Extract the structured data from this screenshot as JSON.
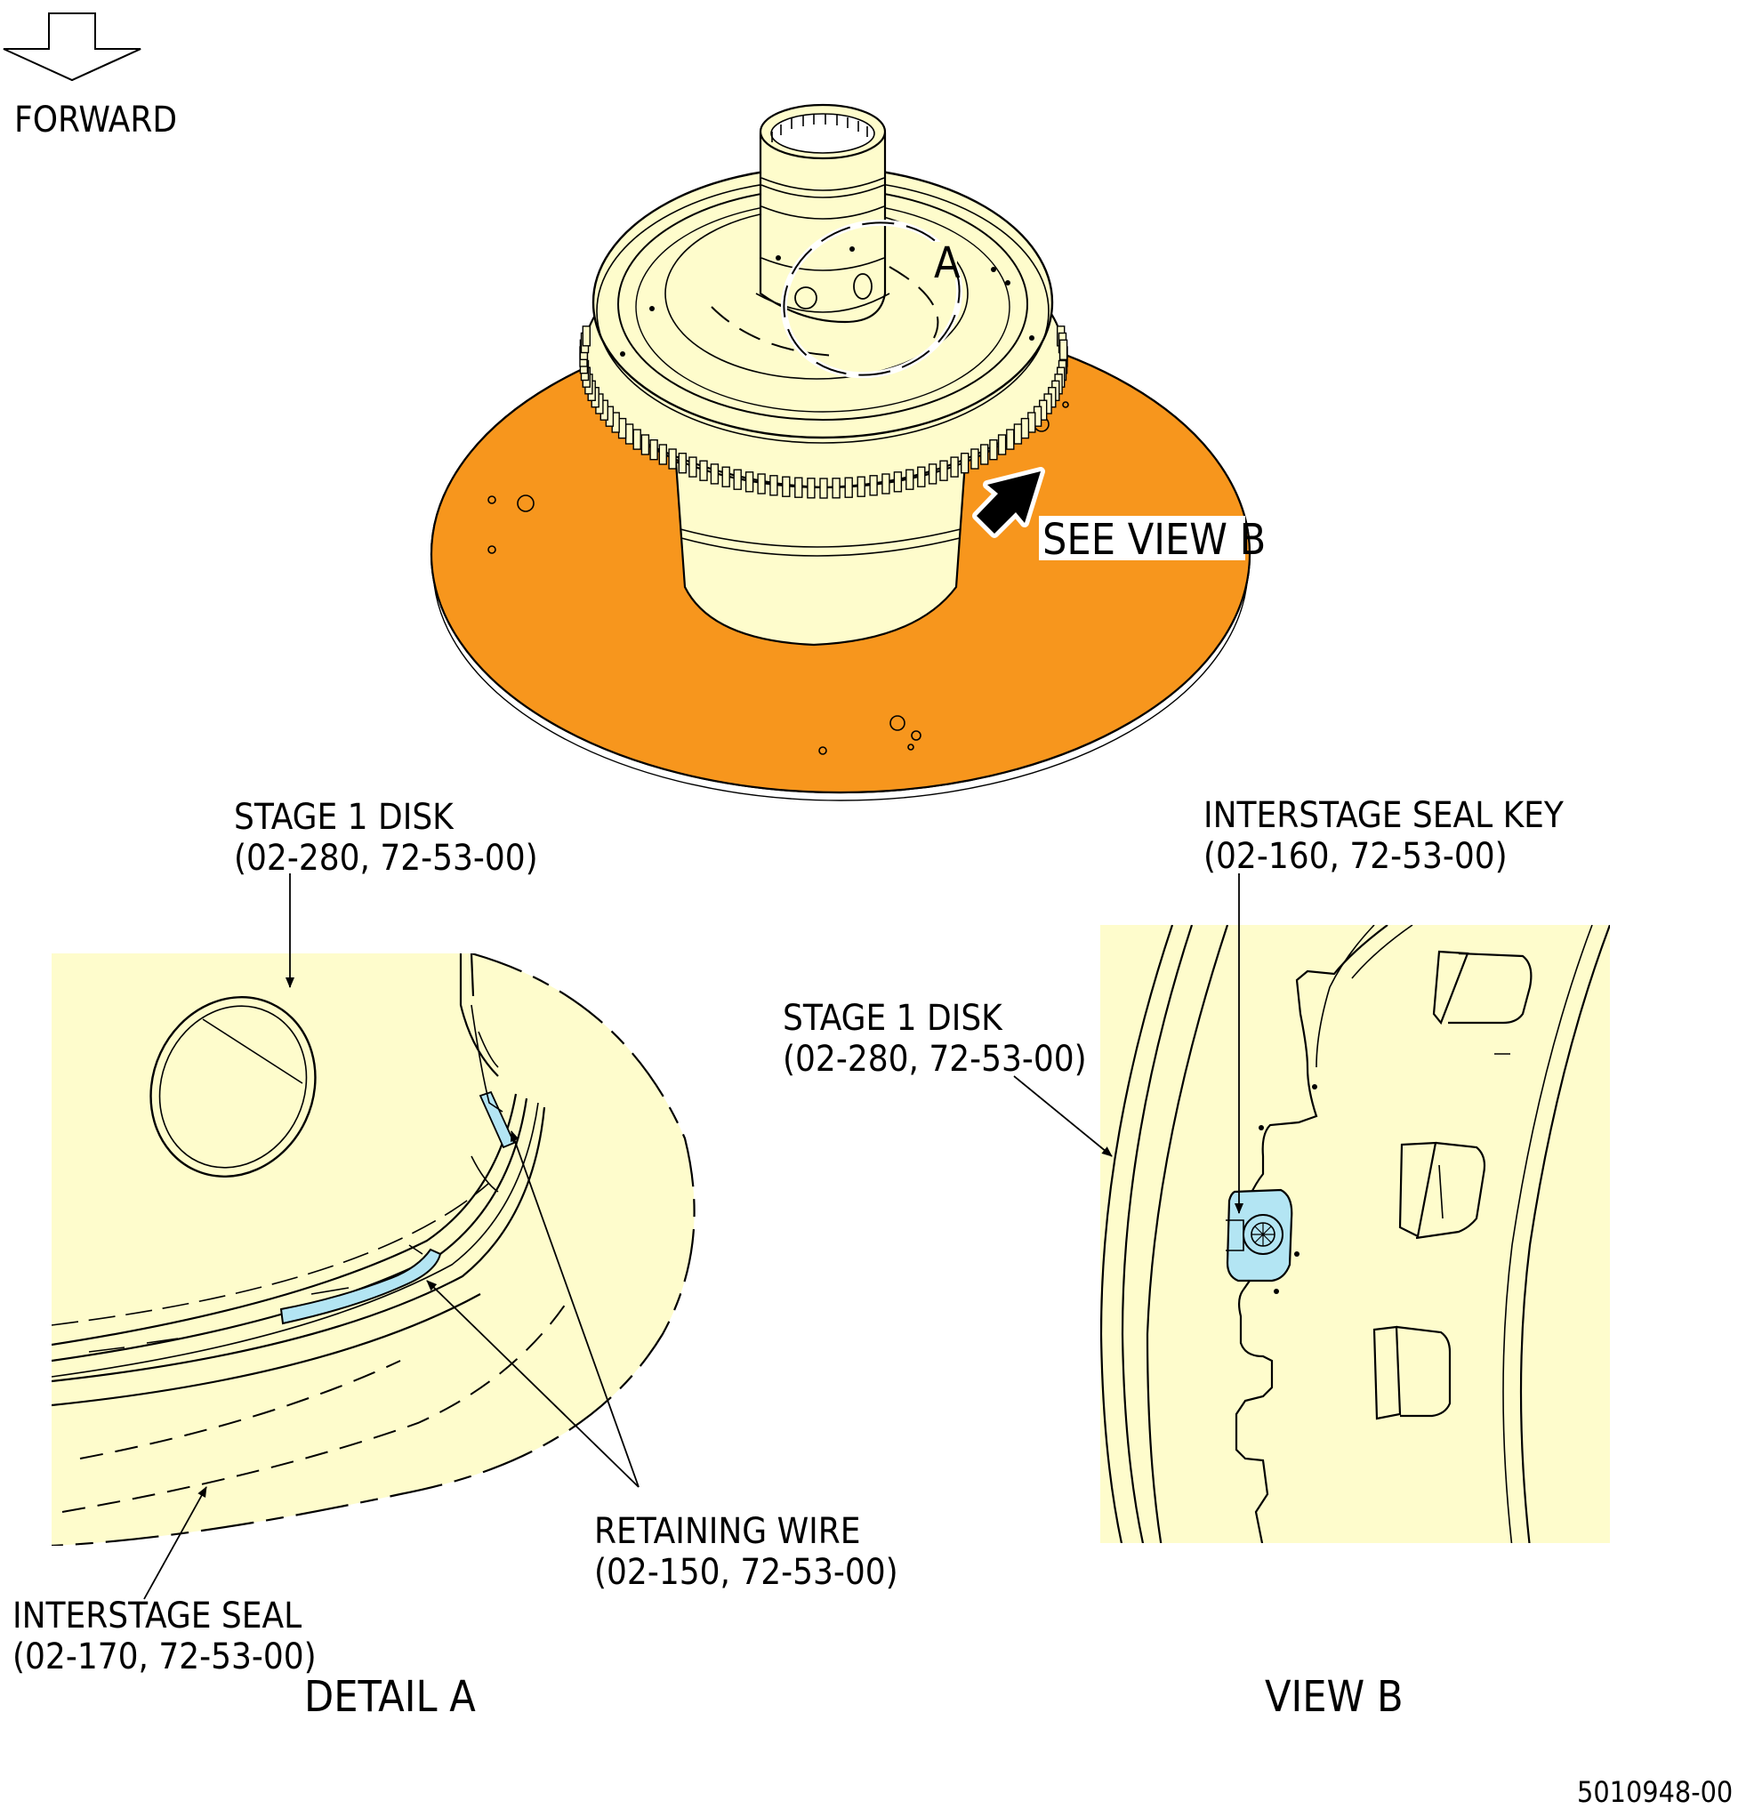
{
  "direction_label": "FORWARD",
  "callouts": {
    "detail_a_marker": "A",
    "see_view_b": "SEE VIEW B"
  },
  "detail_a": {
    "title": "DETAIL A",
    "stage1_disk": {
      "name": "STAGE 1 DISK",
      "ref": "(02-280, 72-53-00)"
    },
    "retaining_wire": {
      "name": "RETAINING WIRE",
      "ref": "(02-150, 72-53-00)"
    },
    "interstage_seal": {
      "name": "INTERSTAGE SEAL",
      "ref": "(02-170, 72-53-00)"
    }
  },
  "view_b": {
    "title": "VIEW B",
    "interstage_seal_key": {
      "name": "INTERSTAGE SEAL KEY",
      "ref": "(02-160, 72-53-00)"
    },
    "stage1_disk": {
      "name": "STAGE 1 DISK",
      "ref": "(02-280, 72-53-00)"
    }
  },
  "figure_number": "5010948-00",
  "colors": {
    "disk_orange": "#F7961D",
    "part_yellow": "#FEFCCC",
    "highlight_blue": "#B3E5F3"
  }
}
